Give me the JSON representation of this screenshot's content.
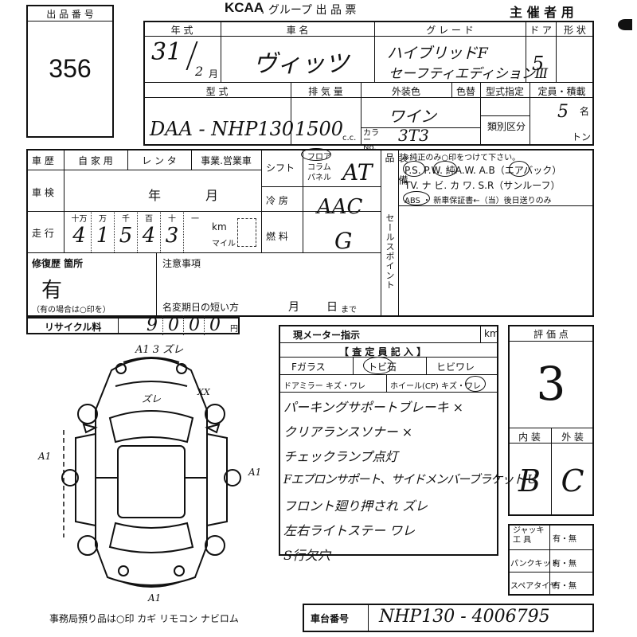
{
  "header": {
    "lot_label": "出 品 番 号",
    "lot_number": "356",
    "brand": "KCAA",
    "group_title": ". グループ  出 品 票",
    "host": "主 催 者 用"
  },
  "vehicle": {
    "year_label": "年  式",
    "year_value": "31",
    "year_month": "2",
    "month_unit": "月",
    "name_label": "車    名",
    "name_value": "ヴィッツ",
    "grade_label": "グ レ ー ド",
    "grade_value_1": "ハイブリッドF",
    "grade_value_2": "セーフティエディションⅢ",
    "door_label": "ド ア",
    "door_value": "5",
    "shape_label": "形 状",
    "model_label": "型      式",
    "model_value": "DAA - NHP130",
    "disp_label": "排 気 量",
    "disp_value": "1500",
    "disp_unit": "c.c.",
    "color_label": "外装色",
    "color_value": "ワイン",
    "color_change_label": "色替",
    "color_no_label": "カラー No.",
    "color_no_value": "3T3",
    "type_spec_label": "型式指定",
    "class_label": "類別区分",
    "capacity_label": "定員・積載",
    "capacity_value": "5",
    "capacity_unit": "名",
    "ton_unit": "トン"
  },
  "history": {
    "label": "車  歴",
    "opt1": "自 家 用",
    "opt2": "レ ン タ",
    "opt3": "事業.営業車",
    "inspection_label": "車  検",
    "inspection_year": "年",
    "inspection_month": "月",
    "mileage_label": "走  行",
    "digit_labels": [
      "十万",
      "万",
      "千",
      "百",
      "十",
      "一"
    ],
    "mileage_digits": [
      "4",
      "1",
      "5",
      "4",
      "3"
    ],
    "km_label": "km",
    "mile_label": "マイル"
  },
  "shift": {
    "label": "シフト",
    "options": [
      "フロア",
      "コラム",
      "パネル"
    ],
    "value": "AT",
    "ac_label": "冷  房",
    "ac_value": "AAC",
    "fuel_label": "燃  料",
    "fuel_value": "G"
  },
  "equipment": {
    "label": "装 備 品",
    "note": "※純正のみ○印をつけて下さい。",
    "line1": "P.S.  P.W.  純A.W.  A.B（エアバック）",
    "line2": "TV.  ナ ビ.  カ ワ.  S.R（サンルーフ）",
    "line3": "ABS ・ 新車保証書←（当）後日送りのみ"
  },
  "sales_point_label": "セールスポイント",
  "repair": {
    "label": "修復歴 箇所",
    "value": "有",
    "note": "（有の場合は○印を）"
  },
  "remarks": {
    "label": "注意事項",
    "deadline_label": "名変期日の短い方",
    "deadline_month": "月",
    "deadline_day": "日",
    "deadline_suffix": "まで"
  },
  "recycle": {
    "label": "リサイクル料",
    "value": [
      "9",
      "0",
      "0",
      "0"
    ],
    "unit": "円"
  },
  "meter": {
    "label": "現メーター指示",
    "unit": "km"
  },
  "inspector": {
    "title": "【 査 定 員 記 入 】",
    "f_glass": "Fガラス",
    "tobi": "トビ石",
    "hibi": "ヒビワレ",
    "mirror": "ドアミラー  キズ・ワレ",
    "wheel": "ホイール(CP)  キズ・ワレ",
    "notes": [
      "パーキングサポートブレーキ ×",
      "クリアランスソナー ×",
      "チェックランプ点灯",
      "Fエプロンサポート、サイドメンバーブラケット U",
      "フロント廻り押され ズレ",
      "左右ライトステー ワレ",
      "S行欠穴"
    ]
  },
  "score": {
    "label": "評 価 点",
    "value": "3",
    "interior_label": "内 装",
    "exterior_label": "外 装",
    "interior_value": "B",
    "exterior_value": "C"
  },
  "tools": {
    "jack_label": "ジャッキ 工 具",
    "puncture_label": "パンクキット",
    "spare_label": "スペアタイヤ",
    "option": "有・無"
  },
  "diagram": {
    "top_mark": "A1 3 ズレ",
    "hood_mark": "ズレ",
    "fender_mark": "XX",
    "left_mark": "A1",
    "right_mark": "A1",
    "bottom_mark": "A1"
  },
  "footer": {
    "office_note": "事務局預り品は○印   カギ  リモコン  ナビロム",
    "chassis_label": "車台番号",
    "chassis_value": "NHP130 - 4006795"
  }
}
